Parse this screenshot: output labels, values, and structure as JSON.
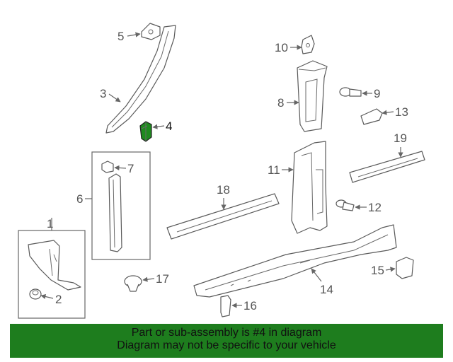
{
  "callouts": {
    "c1": "1",
    "c2": "2",
    "c3": "3",
    "c4": "4",
    "c5": "5",
    "c6": "6",
    "c7": "7",
    "c8": "8",
    "c9": "9",
    "c10": "10",
    "c11": "11",
    "c12": "12",
    "c13": "13",
    "c14": "14",
    "c15": "15",
    "c16": "16",
    "c17": "17",
    "c18": "18",
    "c19": "19"
  },
  "colors": {
    "highlight_part": "#1f8a1f",
    "banner_background": "#1e7d1e"
  },
  "footer": {
    "line1": "Part or sub-assembly is #4 in diagram",
    "line2": "Diagram may not be specific to your vehicle"
  }
}
